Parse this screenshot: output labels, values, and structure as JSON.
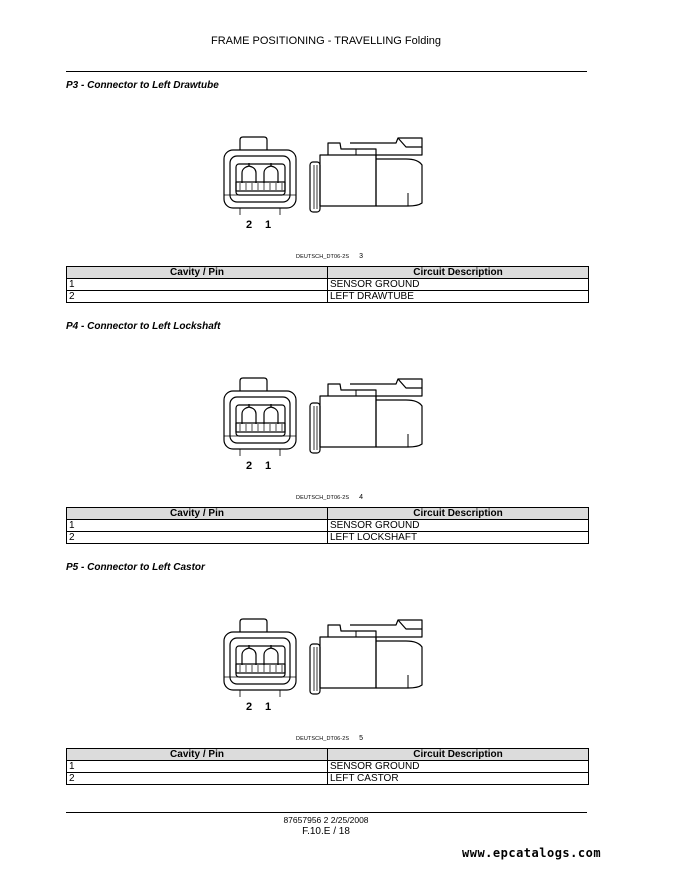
{
  "header": {
    "title": "FRAME POSITIONING - TRAVELLING Folding"
  },
  "table_headers": {
    "cavity": "Cavity / Pin",
    "circuit": "Circuit Description"
  },
  "connectors": [
    {
      "title": "P3 - Connector to Left Drawtube",
      "figure_caption": "DEUTSCH_DT06-2S",
      "figure_number": "3",
      "pin_labels": [
        "2",
        "1"
      ],
      "rows": [
        {
          "pin": "1",
          "circuit": "SENSOR GROUND"
        },
        {
          "pin": "2",
          "circuit": "LEFT DRAWTUBE"
        }
      ]
    },
    {
      "title": "P4 - Connector to Left Lockshaft",
      "figure_caption": "DEUTSCH_DT06-2S",
      "figure_number": "4",
      "pin_labels": [
        "2",
        "1"
      ],
      "rows": [
        {
          "pin": "1",
          "circuit": "SENSOR GROUND"
        },
        {
          "pin": "2",
          "circuit": "LEFT LOCKSHAFT"
        }
      ]
    },
    {
      "title": "P5 - Connector to Left Castor",
      "figure_caption": "DEUTSCH_DT06-2S",
      "figure_number": "5",
      "pin_labels": [
        "2",
        "1"
      ],
      "rows": [
        {
          "pin": "1",
          "circuit": "SENSOR GROUND"
        },
        {
          "pin": "2",
          "circuit": "LEFT CASTOR"
        }
      ]
    }
  ],
  "footer": {
    "version": "87657956 2 2/25/2008",
    "page": "F.10.E / 18"
  },
  "watermark": "www.epcatalogs.com"
}
